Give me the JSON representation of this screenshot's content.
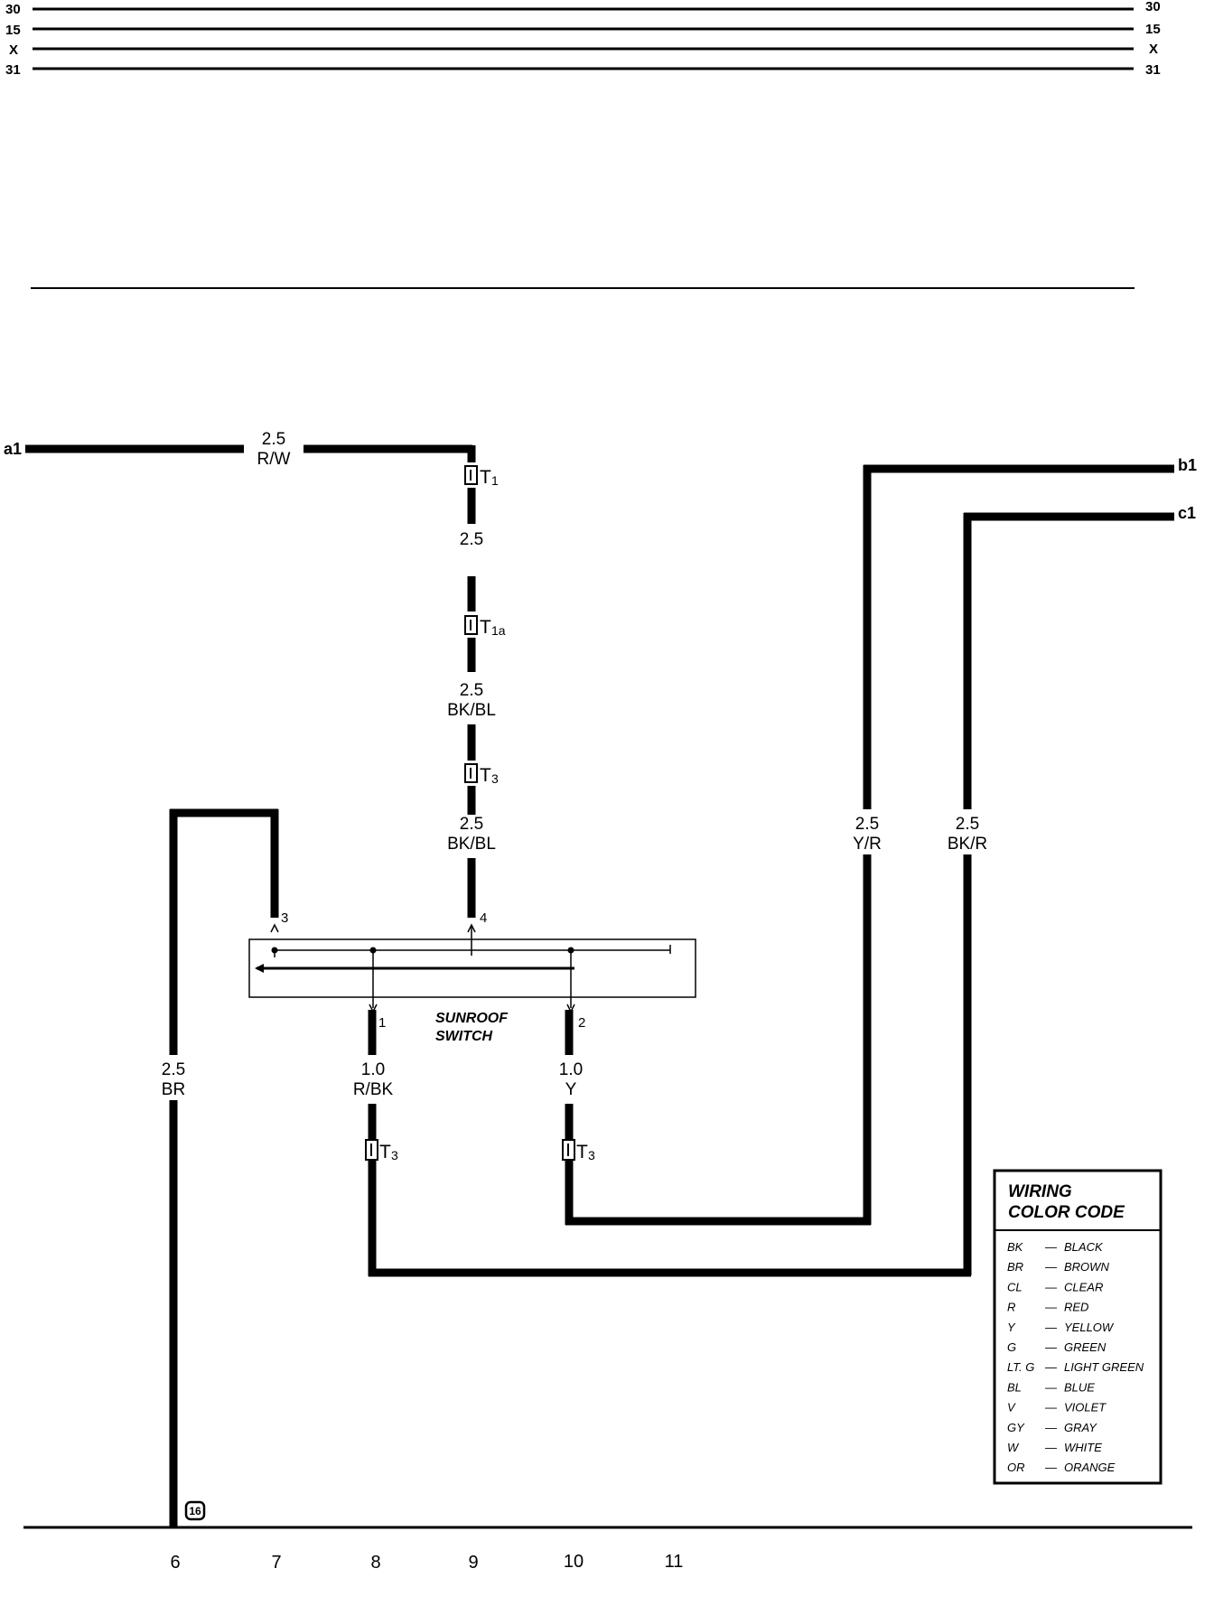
{
  "bus_lines": {
    "left": [
      "30",
      "15",
      "X",
      "31"
    ],
    "right": [
      "30",
      "15",
      "X",
      "31"
    ]
  },
  "terminals": {
    "a1": "a1",
    "b1": "b1",
    "c1": "c1"
  },
  "wires": {
    "a1_top": {
      "gauge": "2.5",
      "color": "R/W"
    },
    "t1_t1a": {
      "gauge": "2.5"
    },
    "t1a_t3": {
      "gauge": "2.5",
      "color": "BK/BL"
    },
    "t3_pin4": {
      "gauge": "2.5",
      "color": "BK/BL"
    },
    "b1_down": {
      "gauge": "2.5",
      "color": "Y/R"
    },
    "c1_down": {
      "gauge": "2.5",
      "color": "BK/R"
    },
    "ground": {
      "gauge": "2.5",
      "color": "BR"
    },
    "pin1": {
      "gauge": "1.0",
      "color": "R/BK"
    },
    "pin2": {
      "gauge": "1.0",
      "color": "Y"
    }
  },
  "connectors": {
    "t1": {
      "main": "T",
      "sub": "1"
    },
    "t1a": {
      "main": "T",
      "sub": "1a"
    },
    "t3_top": {
      "main": "T",
      "sub": "3"
    },
    "t3_left": {
      "main": "T",
      "sub": "3"
    },
    "t3_right": {
      "main": "T",
      "sub": "3"
    }
  },
  "switch": {
    "name_line1": "SUNROOF",
    "name_line2": "SWITCH",
    "pins": {
      "p1": "1",
      "p2": "2",
      "p3": "3",
      "p4": "4"
    }
  },
  "ground_point": "16",
  "columns": [
    "6",
    "7",
    "8",
    "9",
    "10",
    "11"
  ],
  "legend": {
    "title_line1": "WIRING",
    "title_line2": "COLOR CODE",
    "items": [
      {
        "code": "BK",
        "name": "BLACK"
      },
      {
        "code": "BR",
        "name": "BROWN"
      },
      {
        "code": "CL",
        "name": "CLEAR"
      },
      {
        "code": "R",
        "name": "RED"
      },
      {
        "code": "Y",
        "name": "YELLOW"
      },
      {
        "code": "G",
        "name": "GREEN"
      },
      {
        "code": "LT. G",
        "name": "LIGHT GREEN"
      },
      {
        "code": "BL",
        "name": "BLUE"
      },
      {
        "code": "V",
        "name": "VIOLET"
      },
      {
        "code": "GY",
        "name": "GRAY"
      },
      {
        "code": "W",
        "name": "WHITE"
      },
      {
        "code": "OR",
        "name": "ORANGE"
      }
    ]
  }
}
